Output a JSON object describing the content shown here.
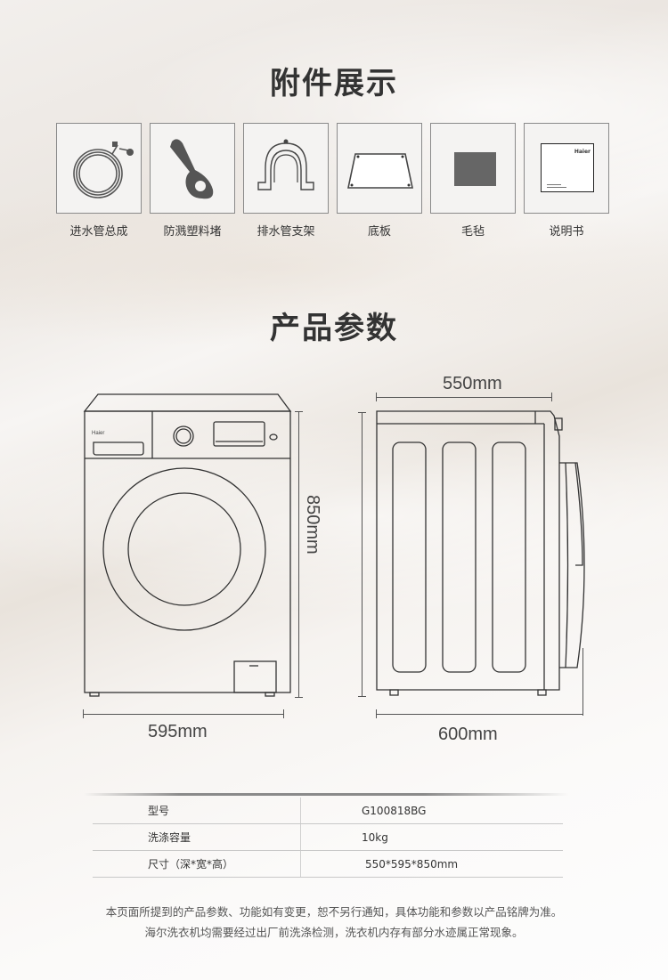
{
  "accessories": {
    "title": "附件展示",
    "items": [
      {
        "label": "进水管总成",
        "icon": "inlet-hose-icon"
      },
      {
        "label": "防溅塑料堵",
        "icon": "splash-plug-icon"
      },
      {
        "label": "排水管支架",
        "icon": "drain-bracket-icon"
      },
      {
        "label": "底板",
        "icon": "base-plate-icon"
      },
      {
        "label": "毛毡",
        "icon": "felt-pad-icon"
      },
      {
        "label": "说明书",
        "icon": "manual-icon"
      }
    ],
    "manual_brand": "Haier"
  },
  "params": {
    "title": "产品参数",
    "front_view": {
      "brand": "Haier",
      "width_label": "595mm",
      "height_label": "850mm"
    },
    "side_view": {
      "depth_label": "550mm",
      "total_depth_label": "600mm"
    },
    "table": [
      {
        "key": "型号",
        "value": "G100818BG"
      },
      {
        "key": "洗涤容量",
        "value": "10kg"
      },
      {
        "key": "尺寸（深*宽*高）",
        "value": "550*595*850mm"
      }
    ]
  },
  "disclaimer": {
    "line1": "本页面所提到的产品参数、功能如有变更，恕不另行通知，具体功能和参数以产品铭牌为准。",
    "line2": "海尔洗衣机均需要经过出厂前洗涤检测，洗衣机内存有部分水迹属正常现象。"
  }
}
